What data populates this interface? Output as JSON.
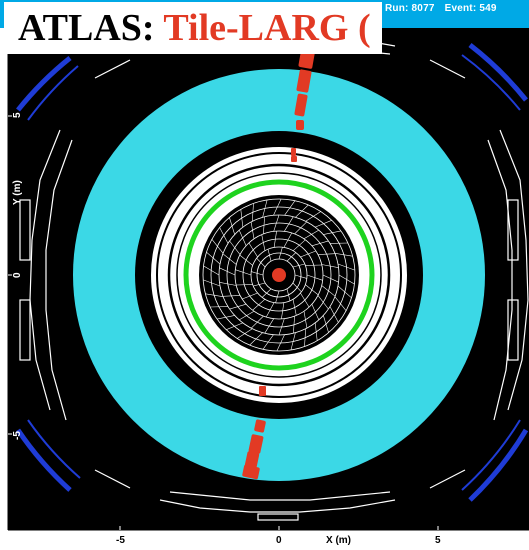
{
  "title": {
    "prefix": "ATLAS: ",
    "highlight": "Tile-LARG ("
  },
  "run_info": {
    "run": "Run: 8077",
    "event": "Event: 549"
  },
  "axes": {
    "x_label": "X (m)",
    "y_label": "Y (m)",
    "x_ticks": [
      "-5",
      "0",
      "5"
    ],
    "y_ticks": [
      "5",
      "0",
      "-5"
    ]
  },
  "colors": {
    "background": "#00a9e6",
    "calorimeter": "#3bd8e6",
    "hit": "#e23a24",
    "solenoid": "#1ed31e",
    "muon_chamber": "#1f3cd6",
    "structure": "#000000"
  }
}
